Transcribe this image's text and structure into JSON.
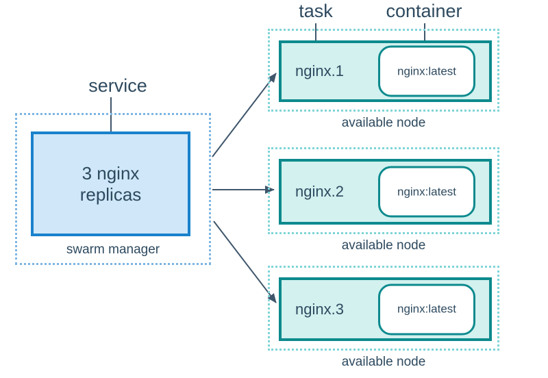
{
  "labels": {
    "service": "service",
    "task": "task",
    "container": "container"
  },
  "manager": {
    "replicas_label": "3 nginx replicas",
    "caption": "swarm manager"
  },
  "nodes": [
    {
      "task": "nginx.1",
      "container": "nginx:latest",
      "caption": "available node"
    },
    {
      "task": "nginx.2",
      "container": "nginx:latest",
      "caption": "available node"
    },
    {
      "task": "nginx.3",
      "container": "nginx:latest",
      "caption": "available node"
    }
  ],
  "colors": {
    "text": "#2e4a5f",
    "connector": "#3f566b",
    "teal_border": "#0d8a8d",
    "teal_fill": "#d2f1ef",
    "teal_dotted": "#7fd4d6",
    "blue_border": "#1a82cc",
    "blue_fill": "#cfe7f8",
    "blue_dotted": "#7db5e2",
    "container_fill": "#ffffff"
  }
}
